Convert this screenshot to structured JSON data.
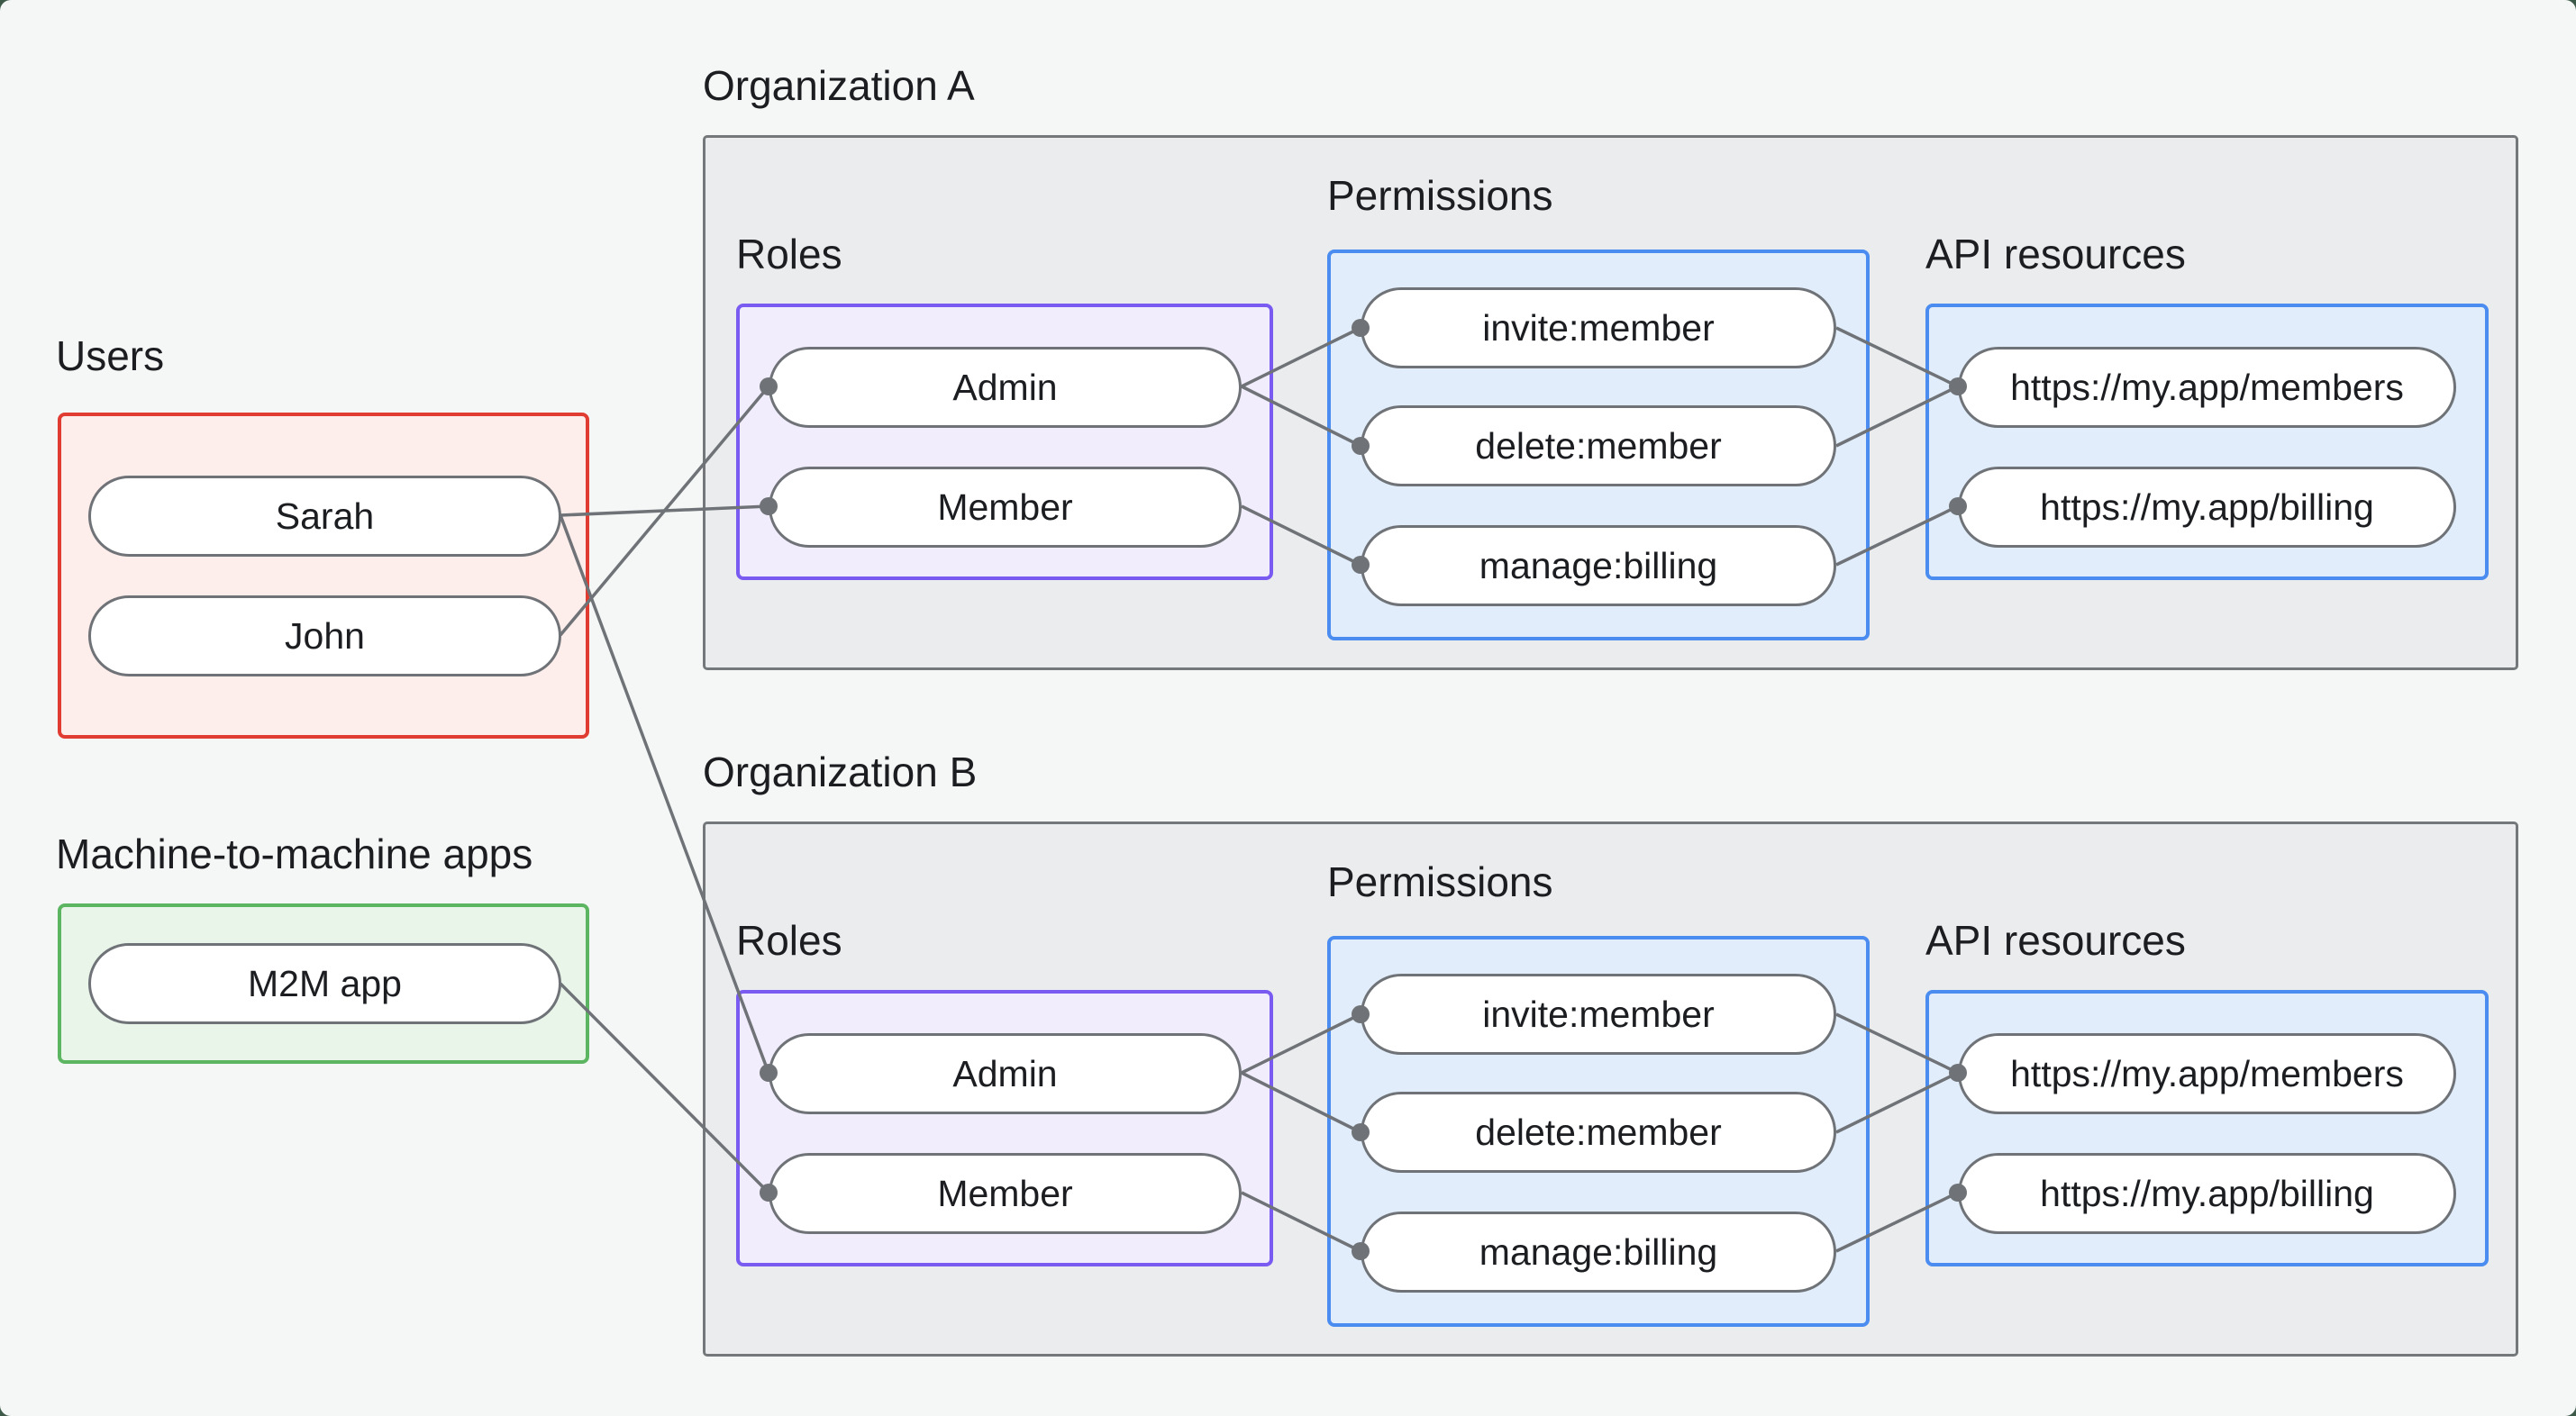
{
  "canvas": {
    "background": "#f5f7f6",
    "backdrop": "#3d5a49",
    "connector_color": "#6f7377",
    "text_color": "#1b1d20"
  },
  "users_group": {
    "label": "Users",
    "border_color": "#e13c31",
    "fill_color": "#fdedeb",
    "items": [
      {
        "id": "sarah",
        "label": "Sarah"
      },
      {
        "id": "john",
        "label": "John"
      }
    ]
  },
  "m2m_group": {
    "label": "Machine-to-machine apps",
    "border_color": "#5cb661",
    "fill_color": "#eaf5ea",
    "items": [
      {
        "id": "m2m_app",
        "label": "M2M app"
      }
    ]
  },
  "organizations": [
    {
      "id": "org_a",
      "label": "Organization A",
      "roles": {
        "label": "Roles",
        "border_color": "#7a5bf2",
        "items": [
          {
            "id": "org_a_admin",
            "label": "Admin"
          },
          {
            "id": "org_a_member",
            "label": "Member"
          }
        ]
      },
      "permissions": {
        "label": "Permissions",
        "border_color": "#4b8cf0",
        "items": [
          {
            "id": "org_a_invite",
            "label": "invite:member"
          },
          {
            "id": "org_a_delete",
            "label": "delete:member"
          },
          {
            "id": "org_a_manage",
            "label": "manage:billing"
          }
        ]
      },
      "api_resources": {
        "label": "API resources",
        "border_color": "#4b8cf0",
        "items": [
          {
            "id": "org_a_members",
            "label": "https://my.app/members"
          },
          {
            "id": "org_a_billing",
            "label": "https://my.app/billing"
          }
        ]
      }
    },
    {
      "id": "org_b",
      "label": "Organization B",
      "roles": {
        "label": "Roles",
        "border_color": "#7a5bf2",
        "items": [
          {
            "id": "org_b_admin",
            "label": "Admin"
          },
          {
            "id": "org_b_member",
            "label": "Member"
          }
        ]
      },
      "permissions": {
        "label": "Permissions",
        "border_color": "#4b8cf0",
        "items": [
          {
            "id": "org_b_invite",
            "label": "invite:member"
          },
          {
            "id": "org_b_delete",
            "label": "delete:member"
          },
          {
            "id": "org_b_manage",
            "label": "manage:billing"
          }
        ]
      },
      "api_resources": {
        "label": "API resources",
        "border_color": "#4b8cf0",
        "items": [
          {
            "id": "org_b_members",
            "label": "https://my.app/members"
          },
          {
            "id": "org_b_billing",
            "label": "https://my.app/billing"
          }
        ]
      }
    }
  ],
  "edges": [
    {
      "from": "sarah",
      "to": "org_a_member"
    },
    {
      "from": "john",
      "to": "org_a_admin"
    },
    {
      "from": "sarah",
      "to": "org_b_admin"
    },
    {
      "from": "m2m_app",
      "to": "org_b_member"
    },
    {
      "from": "org_a_admin",
      "to": "org_a_invite"
    },
    {
      "from": "org_a_admin",
      "to": "org_a_delete"
    },
    {
      "from": "org_a_member",
      "to": "org_a_manage"
    },
    {
      "from": "org_a_invite",
      "to": "org_a_members"
    },
    {
      "from": "org_a_delete",
      "to": "org_a_members"
    },
    {
      "from": "org_a_manage",
      "to": "org_a_billing"
    },
    {
      "from": "org_b_admin",
      "to": "org_b_invite"
    },
    {
      "from": "org_b_admin",
      "to": "org_b_delete"
    },
    {
      "from": "org_b_member",
      "to": "org_b_manage"
    },
    {
      "from": "org_b_invite",
      "to": "org_b_members"
    },
    {
      "from": "org_b_delete",
      "to": "org_b_members"
    },
    {
      "from": "org_b_manage",
      "to": "org_b_billing"
    }
  ]
}
